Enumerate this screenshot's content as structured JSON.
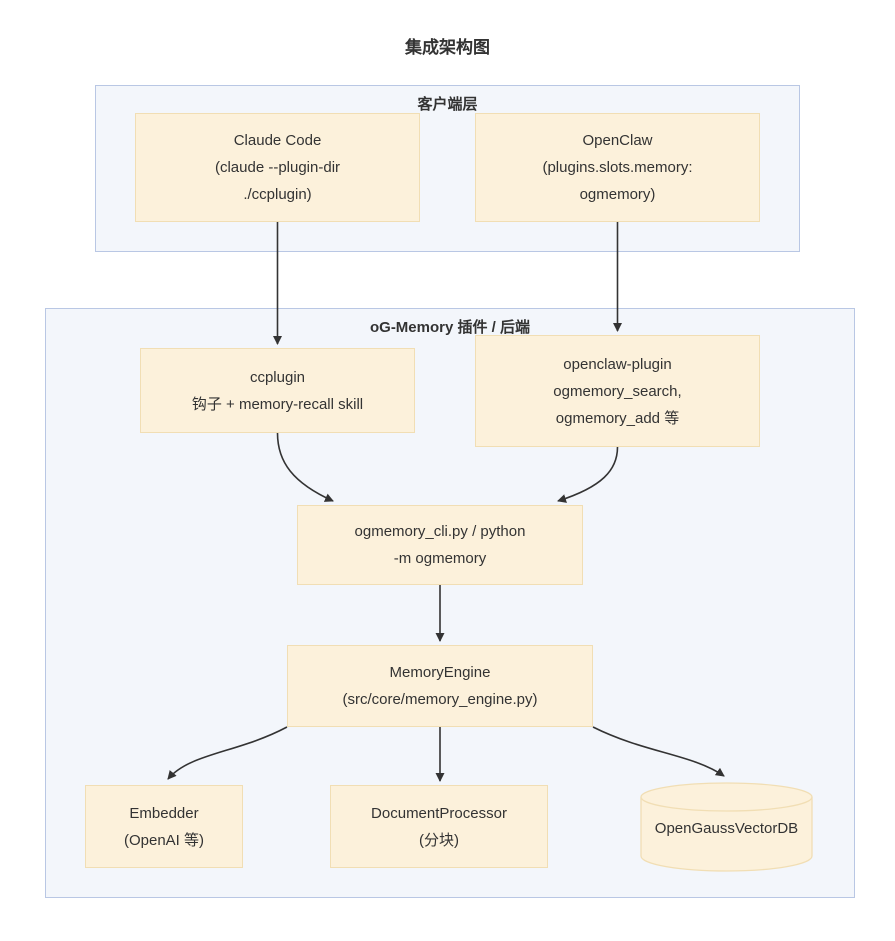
{
  "title": "集成架构图",
  "colors": {
    "node_fill": "#fcf1db",
    "node_border": "#f1deb4",
    "cluster_fill": "#f3f6fb",
    "cluster_border": "#b9c7e4",
    "edge": "#333333",
    "text": "#333333",
    "bg": "#ffffff"
  },
  "containers": {
    "client": {
      "label": "客户端层"
    },
    "backend": {
      "label": "oG-Memory 插件 / 后端"
    }
  },
  "nodes": {
    "claude_code": {
      "lines": [
        "Claude Code",
        "(claude --plugin-dir",
        "./ccplugin)"
      ]
    },
    "openclaw": {
      "lines": [
        "OpenClaw",
        "(plugins.slots.memory:",
        "ogmemory)"
      ]
    },
    "ccplugin": {
      "lines": [
        "ccplugin",
        "钩子 + memory-recall skill"
      ]
    },
    "openclaw_plugin": {
      "lines": [
        "openclaw-plugin",
        "ogmemory_search,",
        "ogmemory_add 等"
      ]
    },
    "cli": {
      "lines": [
        "ogmemory_cli.py / python",
        "-m ogmemory"
      ]
    },
    "memory_engine": {
      "lines": [
        "MemoryEngine",
        "(src/core/memory_engine.py)"
      ]
    },
    "embedder": {
      "lines": [
        "Embedder",
        "(OpenAI 等)"
      ]
    },
    "document_processor": {
      "lines": [
        "DocumentProcessor",
        "(分块)"
      ]
    },
    "vector_db": {
      "label": "OpenGaussVectorDB"
    }
  },
  "edges": [
    {
      "from": "Claude Code",
      "to": "ccplugin"
    },
    {
      "from": "OpenClaw",
      "to": "openclaw-plugin"
    },
    {
      "from": "ccplugin",
      "to": "ogmemory_cli.py / python -m ogmemory"
    },
    {
      "from": "openclaw-plugin",
      "to": "ogmemory_cli.py / python -m ogmemory"
    },
    {
      "from": "ogmemory_cli.py / python -m ogmemory",
      "to": "MemoryEngine"
    },
    {
      "from": "MemoryEngine",
      "to": "Embedder"
    },
    {
      "from": "MemoryEngine",
      "to": "DocumentProcessor"
    },
    {
      "from": "MemoryEngine",
      "to": "OpenGaussVectorDB"
    }
  ]
}
